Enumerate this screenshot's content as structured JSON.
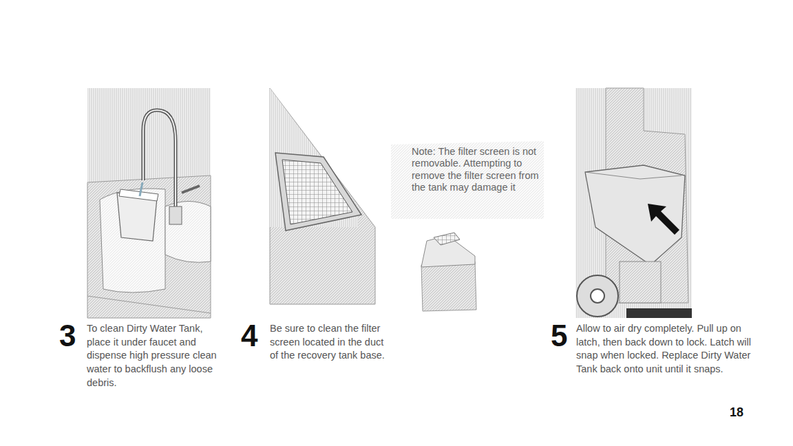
{
  "diagram": {
    "labels": [
      "3",
      "To clean Dirty Water Tank, place it under faucet and dispense high pressure clean water to backflush any loose debris.",
      "4",
      "Be sure to clean the filter screen located in the duct of the recovery tank base.",
      "Note: The filter screen is not removable. Attempting to remove the filter screen from the tank may damage it",
      "5",
      "Allow to air dry completely. Pull up on latch, then back down to lock. Latch will snap when locked. Replace Dirty Water Tank back onto unit until it snaps.",
      "18"
    ]
  }
}
